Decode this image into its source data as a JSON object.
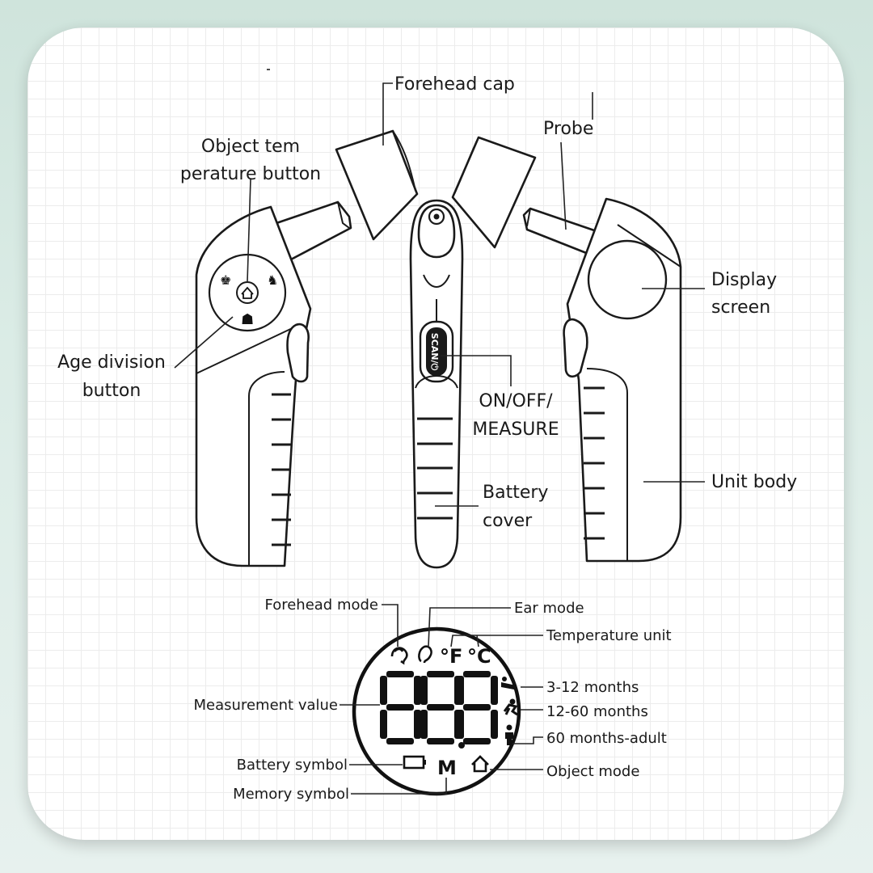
{
  "labels": {
    "forehead_cap": "Forehead cap",
    "probe": "Probe",
    "object_temp_line1": "Object tem",
    "object_temp_line2": "perature button",
    "display_line1": "Display",
    "display_line2": "screen",
    "age_line1": "Age division",
    "age_line2": "button",
    "onoff_line1": "ON/OFF/",
    "onoff_line2": "MEASURE",
    "battery_line1": "Battery",
    "battery_line2": "cover",
    "unit_body": "Unit body",
    "scan_button": "SCAN/⏻"
  },
  "display_legend": {
    "forehead_mode": "Forehead mode",
    "ear_mode": "Ear mode",
    "temperature_unit": "Temperature unit",
    "age_3_12": "3-12 months",
    "age_12_60": "12-60 months",
    "age_60_adult": "60 months-adult",
    "measurement_value": "Measurement value",
    "battery_symbol": "Battery symbol",
    "memory_symbol": "Memory symbol",
    "object_mode": "Object mode",
    "unit_f": "°F",
    "unit_c": "°C",
    "memory_glyph": "M"
  }
}
